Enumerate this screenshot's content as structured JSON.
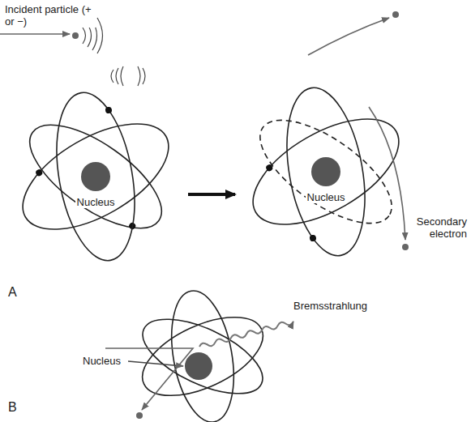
{
  "diagram": {
    "labels": [
      "Incident particle (+ or −)",
      "Nucleus",
      "Nucleus",
      "Secondary electron",
      "A",
      "Nucleus",
      "Bremsstrahlung",
      "B"
    ]
  }
}
